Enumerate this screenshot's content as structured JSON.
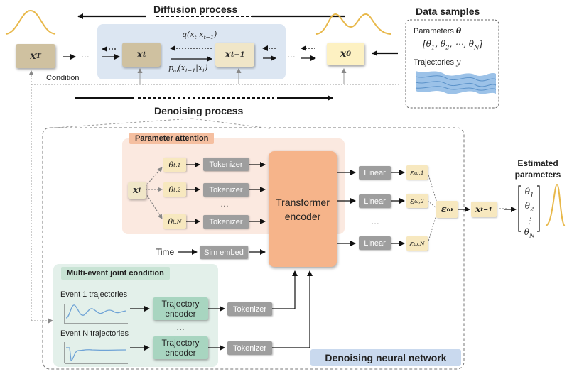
{
  "diffusion": {
    "title": "Diffusion process",
    "nodes": {
      "xT": "x_T",
      "xt": "x_t",
      "xt1": "x_{t-1}",
      "x0": "x_0"
    },
    "q_label": "q(x_t|x_{t-1})",
    "p_label": "p_ω(x_{t-1}|x_t)",
    "ellipsis": "…",
    "condition_label": "Condition"
  },
  "denoising": {
    "title": "Denoising process",
    "network_label": "Denoising neural network"
  },
  "data_samples": {
    "title": "Data samples",
    "params_label": "Parameters θ",
    "params_set": "[θ_1, θ_2, ⋯, θ_N]",
    "traj_label": "Trajectories y"
  },
  "param_attention": {
    "title": "Parameter attention",
    "input": "x_t",
    "thetas": [
      "θ_{t,1}",
      "θ_{t,2}",
      "θ_{t,N}"
    ],
    "tokenizer": "Tokenizer",
    "dots": "…"
  },
  "time": {
    "label": "Time",
    "embed": "Sim embed"
  },
  "transformer": {
    "label": "Transformer encoder"
  },
  "linear": {
    "label": "Linear",
    "dots": "…"
  },
  "eps": [
    "ε_{ω,1}",
    "ε_{ω,2}",
    "ε_{ω,N}"
  ],
  "eps_combined": "ε_ω",
  "output_x": "x_{t-1}",
  "output_dots": "⋯",
  "estimated": {
    "title": "Estimated parameters",
    "vector": [
      "θ_1",
      "θ_2",
      "⋮",
      "θ_N"
    ]
  },
  "multi_event": {
    "title": "Multi-event joint condition",
    "event1": "Event 1 trajectories",
    "eventN": "Event N trajectories",
    "encoder": "Trajectory encoder",
    "tokenizer": "Tokenizer",
    "dots": "…"
  },
  "colors": {
    "panel_blue": "#dce6f2",
    "param_attention_bg": "#fbe9e0",
    "param_attention_title": "#f5bfa0",
    "transformer": "#f6b48a",
    "multi_event_bg": "#e3f0ea",
    "multi_event_title": "#c8e3d4",
    "network_label_bg": "#c9d9ee",
    "trajectory_blue": "#6fa3d6"
  }
}
